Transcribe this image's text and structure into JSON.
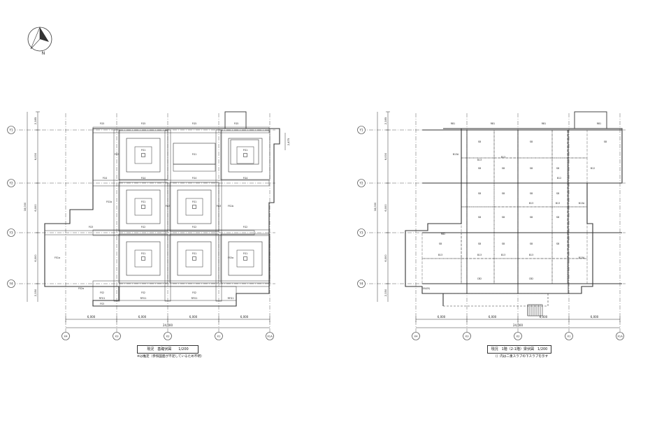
{
  "drawings": [
    {
      "id": "foundation",
      "title": "現況　基礎伏図　　1/200",
      "note": "※は推定（参照図面が不足しているため不明）",
      "grid_x": [
        "X4",
        "X3",
        "X2",
        "X1",
        "X1A"
      ],
      "grid_y": [
        "Y1",
        "Y2",
        "Y3",
        "Y4"
      ],
      "bay_dims": [
        "6,000",
        "6,000",
        "6,000",
        "6,000"
      ],
      "total_dim": "24,000",
      "vert_dims": [
        "2,185",
        "6,000",
        "6,000",
        "6,000",
        "2,150"
      ],
      "vert_total": "18,000",
      "side_dim": "2,475",
      "column_labels": [
        "FS1",
        "FS1",
        "FS1",
        "FS1",
        "FS1",
        "FS1",
        "FS1",
        "FS1"
      ],
      "beam_labels": [
        "FG5",
        "FG5",
        "FG5",
        "FG5",
        "FG4",
        "FG4",
        "FG4",
        "FG4",
        "FG1",
        "FG2",
        "FG2",
        "FG2",
        "FG3",
        "FG3",
        "FG3",
        "FG3",
        "FS2",
        "FS2",
        "FS2",
        "FS2a",
        "FS3",
        "FS1a",
        "FS5a",
        "FS1b",
        "FS1b",
        "RFG1",
        "RFG1",
        "RFG1",
        "RFG1"
      ]
    },
    {
      "id": "floor2",
      "title": "現況　1階（2-1階）梁伏図　1/200",
      "note": "（）内は二重スラブの下スラブを示す",
      "grid_x": [
        "X4",
        "X3",
        "X2",
        "X1",
        "X1A"
      ],
      "grid_y": [
        "Y1",
        "Y2",
        "Y3",
        "Y4"
      ],
      "bay_dims": [
        "6,000",
        "6,000",
        "6,000",
        "6,000"
      ],
      "total_dim": "24,000",
      "vert_dims": [
        "2,185",
        "6,000",
        "6,000",
        "6,000",
        "2,150"
      ],
      "vert_total": "18,000",
      "slab_labels": [
        "S8",
        "S8",
        "S8",
        "S8",
        "S8",
        "S8",
        "S8",
        "S8",
        "S8",
        "S8",
        "S8",
        "S8",
        "S8",
        "S8",
        "S8",
        "S8",
        "S8",
        "S8",
        "S8",
        "S8"
      ],
      "beam_labels": [
        "RB1",
        "RB1",
        "RB1",
        "RB1",
        "B13",
        "B13",
        "B13",
        "B13",
        "B13",
        "B13",
        "B13",
        "B13",
        "B13A",
        "B13A",
        "B13A",
        "B12",
        "B12",
        "CB2",
        "CB2",
        "RB2",
        "S9(S5)"
      ]
    }
  ]
}
